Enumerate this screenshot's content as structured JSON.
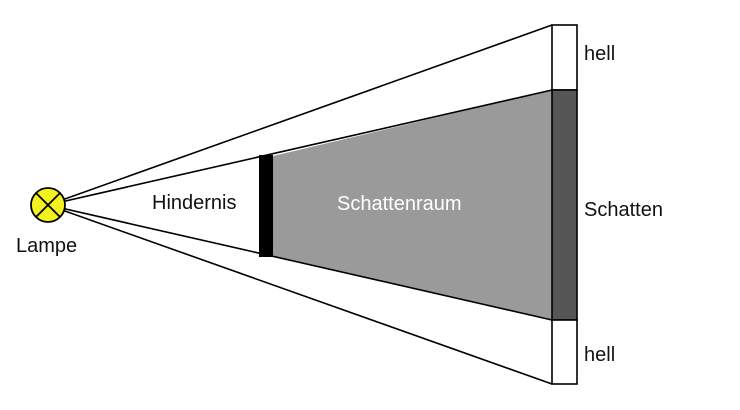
{
  "labels": {
    "lamp": "Lampe",
    "obstacle": "Hindernis",
    "shadow_space": "Schattenraum",
    "shadow": "Schatten",
    "bright_top": "hell",
    "bright_bottom": "hell"
  },
  "colors": {
    "lamp_fill": "#f2f21e",
    "obstacle": "#000000",
    "shadow_space": "#9a9a9a",
    "shadow_on_screen": "#565656",
    "screen": "#ffffff",
    "lines": "#000000",
    "shadow_space_text": "#ffffff",
    "text": "#111111"
  }
}
